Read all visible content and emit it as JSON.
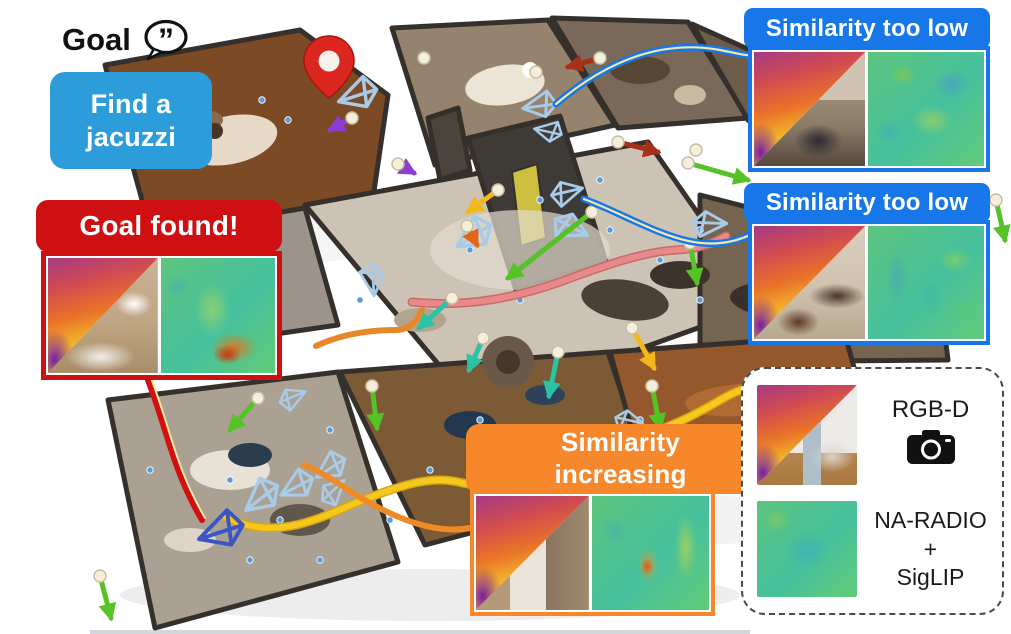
{
  "goal": {
    "label": "Goal"
  },
  "prompt": {
    "text": "Find a jacuzzi"
  },
  "callouts": {
    "sim_low_1": {
      "label": "Similarity too low"
    },
    "sim_low_2": {
      "label": "Similarity too low"
    },
    "goal_found": {
      "label": "Goal found!"
    },
    "sim_increasing": {
      "label": "Similarity increasing"
    }
  },
  "legend": {
    "rgbd_label": "RGB-D",
    "model_line_1": "NA-RADIO",
    "model_line_2": "+",
    "model_line_3": "SigLIP"
  },
  "colors": {
    "prompt_blue": "#2D9CDB",
    "callout_blue": "#1877E8",
    "callout_red": "#CE1013",
    "callout_orange": "#F6882B",
    "pin_red": "#DC2620",
    "frustum_blue": "#A9CBEA",
    "current_pose_blue": "#3B55C4",
    "path_yellow": "#F4C81C",
    "path_salmon": "#E88A8A",
    "connector_orange": "#F08A28",
    "connector_red": "#D40F0F"
  },
  "icons": {
    "speech": "speech-bubble-icon",
    "camera": "camera-icon",
    "pin": "location-pin-icon",
    "frustum": "camera-frustum-icon"
  }
}
